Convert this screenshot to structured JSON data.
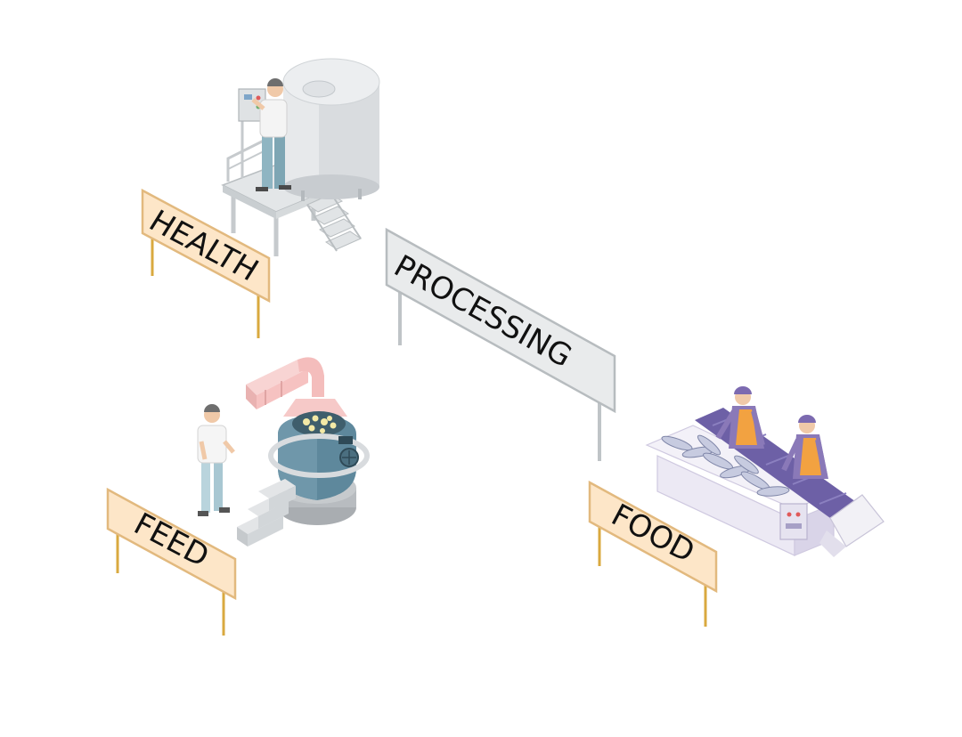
{
  "signs": {
    "health": "HEALTH",
    "processing": "PROCESSING",
    "feed": "FEED",
    "food": "FOOD"
  },
  "colors": {
    "sign_cream": "#fde6c8",
    "sign_cream_border": "#e2b97e",
    "post_gold": "#d9a93f",
    "sign_grey": "#e9ebec",
    "sign_grey_border": "#b7bcbf",
    "post_grey": "#bfc4c7",
    "tank_silver": "#dcdfe2",
    "kettle_blue": "#5e889c",
    "duct_pink": "#f6c9c8",
    "worker_purple": "#8a79b8",
    "apron_orange": "#f2a241",
    "conveyor_purple": "#6d60a6",
    "counter_lavender": "#e7e3f2"
  },
  "icons": {
    "health_scene": "storage-tank-with-platform-icon",
    "feed_scene": "cooking-kettle-with-duct-icon",
    "food_scene": "fish-processing-conveyor-icon"
  }
}
